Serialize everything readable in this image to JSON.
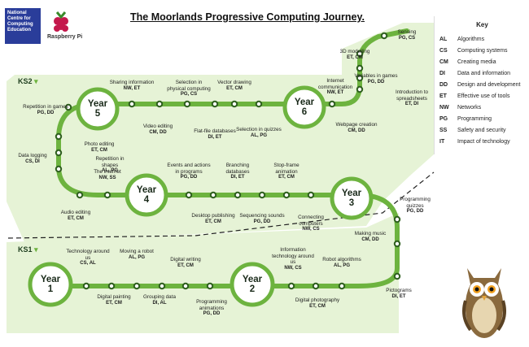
{
  "title": "The Moorlands Progressive Computing Journey.",
  "logos": {
    "ncce": "National Centre for Computing Education",
    "raspberry_pi": "Raspberry Pi"
  },
  "key": {
    "title": "Key",
    "items": [
      {
        "code": "AL",
        "label": "Algorithms"
      },
      {
        "code": "CS",
        "label": "Computing systems"
      },
      {
        "code": "CM",
        "label": "Creating media"
      },
      {
        "code": "DI",
        "label": "Data and information"
      },
      {
        "code": "DD",
        "label": "Design and development"
      },
      {
        "code": "ET",
        "label": "Effective use of tools"
      },
      {
        "code": "NW",
        "label": "Networks"
      },
      {
        "code": "PG",
        "label": "Programming"
      },
      {
        "code": "SS",
        "label": "Safety and security"
      },
      {
        "code": "IT",
        "label": "Impact of technology"
      }
    ]
  },
  "stages": {
    "ks1": "KS1",
    "ks2": "KS2"
  },
  "years": {
    "y1": "Year 1",
    "y2": "Year 2",
    "y3": "Year 3",
    "y4": "Year 4",
    "y5": "Year 5",
    "y6": "Year 6"
  },
  "units": {
    "technology_around_us": {
      "name": "Technology around us",
      "codes": "CS, AL"
    },
    "digital_painting": {
      "name": "Digital painting",
      "codes": "ET, CM"
    },
    "moving_a_robot": {
      "name": "Moving a robot",
      "codes": "AL, PG"
    },
    "grouping_data": {
      "name": "Grouping data",
      "codes": "DI, AL"
    },
    "digital_writing": {
      "name": "Digital writing",
      "codes": "ET, CM"
    },
    "programming_animations": {
      "name": "Programming animations",
      "codes": "PG, DD"
    },
    "information_technology_around_us": {
      "name": "Information technology around us",
      "codes": "NW, CS"
    },
    "digital_photography": {
      "name": "Digital photography",
      "codes": "ET, CM"
    },
    "robot_algorithms": {
      "name": "Robot algorithms",
      "codes": "AL, PG"
    },
    "pictograms": {
      "name": "Pictograms",
      "codes": "DI, ET"
    },
    "making_music": {
      "name": "Making music",
      "codes": "CM, DD"
    },
    "programming_quizzes": {
      "name": "Programming quizzes",
      "codes": "PG, DD"
    },
    "connecting_computers": {
      "name": "Connecting computers",
      "codes": "NW, CS"
    },
    "stop_frame_animation": {
      "name": "Stop-frame animation",
      "codes": "ET, CM"
    },
    "sequencing_sounds": {
      "name": "Sequencing sounds",
      "codes": "PG, DD"
    },
    "branching_databases": {
      "name": "Branching databases",
      "codes": "DI, ET"
    },
    "desktop_publishing": {
      "name": "Desktop publishing",
      "codes": "ET, CM"
    },
    "events_and_actions": {
      "name": "Events and actions in programs",
      "codes": "PG, DD"
    },
    "the_internet": {
      "name": "The internet",
      "codes": "NW, SS"
    },
    "audio_editing": {
      "name": "Audio editing",
      "codes": "ET, CM"
    },
    "repetition_in_shapes": {
      "name": "Repetition in shapes",
      "codes": "AL, PG"
    },
    "data_logging": {
      "name": "Data logging",
      "codes": "CS, DI"
    },
    "photo_editing": {
      "name": "Photo editing",
      "codes": "ET, CM"
    },
    "repetition_in_games": {
      "name": "Repetition in games",
      "codes": "PG, DD"
    },
    "sharing_information": {
      "name": "Sharing information",
      "codes": "NW, ET"
    },
    "video_editing": {
      "name": "Video editing",
      "codes": "CM, DD"
    },
    "selection_physical": {
      "name": "Selection in physical computing",
      "codes": "PG, CS"
    },
    "flat_file_databases": {
      "name": "Flat-file databases",
      "codes": "DI, ET"
    },
    "vector_drawing": {
      "name": "Vector drawing",
      "codes": "ET, CM"
    },
    "selection_quizzes": {
      "name": "Selection in quizzes",
      "codes": "AL, PG"
    },
    "internet_communication": {
      "name": "Internet communication",
      "codes": "NW, ET"
    },
    "webpage_creation": {
      "name": "Webpage creation",
      "codes": "CM, DD"
    },
    "variables_in_games": {
      "name": "Variables in games",
      "codes": "PG, DD"
    },
    "intro_spreadsheets": {
      "name": "Introduction to spreadsheets",
      "codes": "ET, DI"
    },
    "three_d_modelling": {
      "name": "3D modelling",
      "codes": "ET, CM"
    },
    "sensing": {
      "name": "Sensing",
      "codes": "PG, CS"
    }
  },
  "colors": {
    "track": "#6db33f",
    "track_dark": "#2e5e1e",
    "field": "#e6f3d6",
    "node": "#ffffff"
  }
}
